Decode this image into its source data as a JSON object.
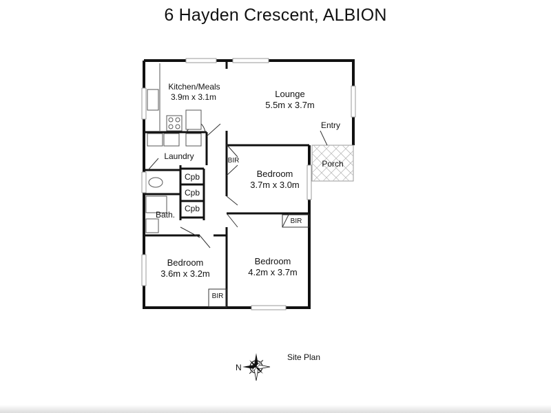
{
  "title": "6 Hayden Crescent, ALBION",
  "rooms": {
    "kitchen": {
      "name": "Kitchen/Meals",
      "size": "3.9m x 3.1m"
    },
    "lounge": {
      "name": "Lounge",
      "size": "5.5m x 3.7m"
    },
    "entry": "Entry",
    "porch": "Porch",
    "laundry": "Laundry",
    "bedroom1": {
      "name": "Bedroom",
      "size": "3.7m x 3.0m"
    },
    "bedroom2": {
      "name": "Bedroom",
      "size": "3.6m x 3.2m"
    },
    "bedroom3": {
      "name": "Bedroom",
      "size": "4.2m x 3.7m"
    },
    "bath": "Bath.",
    "cupboard": "Cpb",
    "bir": "BIR"
  },
  "site_plan": "Site Plan",
  "compass": "N",
  "colors": {
    "wall": "#111111",
    "line": "#333333",
    "window": "#9a9a9a"
  }
}
